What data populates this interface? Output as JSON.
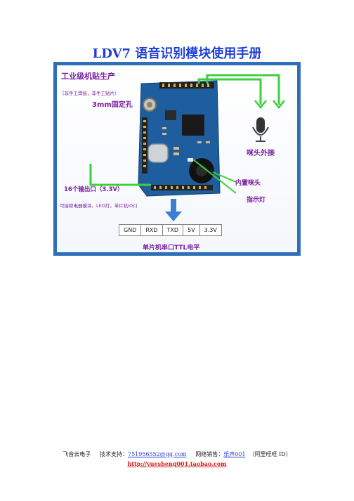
{
  "document": {
    "title": "LDV7 语音识别模块使用手册"
  },
  "figure": {
    "label_smt": "工业级机贴生产",
    "label_smt_note": "（非手工焊接，非手工贴片）",
    "label_mount_hole": "3mm固定孔",
    "label_external_mic": "咪头外接",
    "label_builtin_mic": "内置咪头",
    "label_indicator": "指示灯",
    "label_outputs": "16个输出口（3.3V）",
    "label_outputs_note": "可接继电器模块，LED灯，单片机IO口",
    "label_ttl": "单片机串口TTL电平",
    "pins": [
      "GND",
      "RXD",
      "TXD",
      "5V",
      "3.3V"
    ],
    "colors": {
      "frame": "#2e6fb7",
      "callout_green": "#3cd13c",
      "label_purple": "#7b1fa2",
      "board_blue": "#1f5e9e"
    }
  },
  "footer": {
    "company": "飞音云电子",
    "support_label": "技术支持：",
    "support_link": "751956552@qq.com",
    "sales_label": "网络销售：",
    "sales_link": "乐声001",
    "sales_note": "（阿里旺旺 ID）",
    "url": "http://yuesheng001.taobao.com"
  }
}
